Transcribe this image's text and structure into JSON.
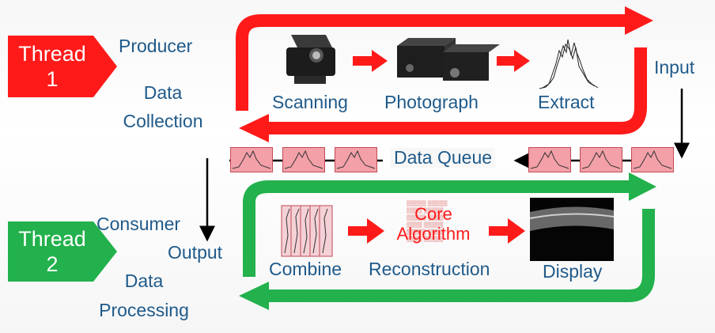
{
  "thread1": {
    "line1": "Thread",
    "line2": "1",
    "color": "#ff1a1a"
  },
  "thread2": {
    "line1": "Thread",
    "line2": "2",
    "color": "#22b14c"
  },
  "producer": "Producer",
  "data_collection": {
    "line1": "Data",
    "line2": "Collection"
  },
  "consumer": "Consumer",
  "output": "Output",
  "data_processing": {
    "line1": "Data",
    "line2": "Processing"
  },
  "input": "Input",
  "data_queue": "Data Queue",
  "steps_top": [
    "Scanning",
    "Photograph",
    "Extract"
  ],
  "steps_bottom": [
    "Combine",
    "Reconstruction",
    "Display"
  ],
  "core_algorithm": {
    "line1": "Core",
    "line2": "Algorithm"
  },
  "colors": {
    "label_blue": "#1f5a8a",
    "red": "#ff1a1a",
    "green": "#22b14c",
    "queue_fill": "#f3a0a8"
  }
}
